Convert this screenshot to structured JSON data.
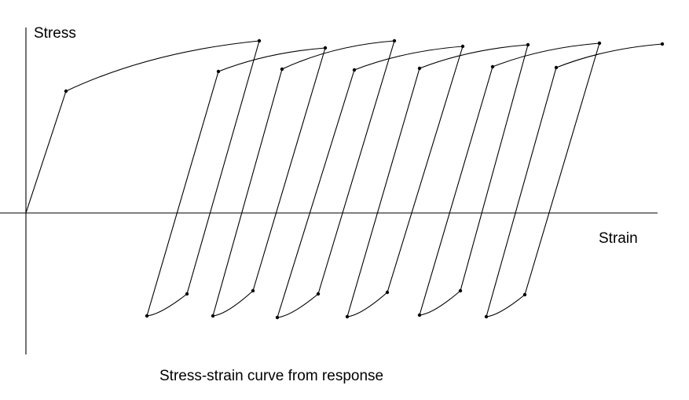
{
  "diagram": {
    "axis_y_label": "Stress",
    "axis_x_label": "Strain",
    "caption": "Stress-strain curve from response",
    "line_color": "#000000",
    "background": "#ffffff"
  }
}
